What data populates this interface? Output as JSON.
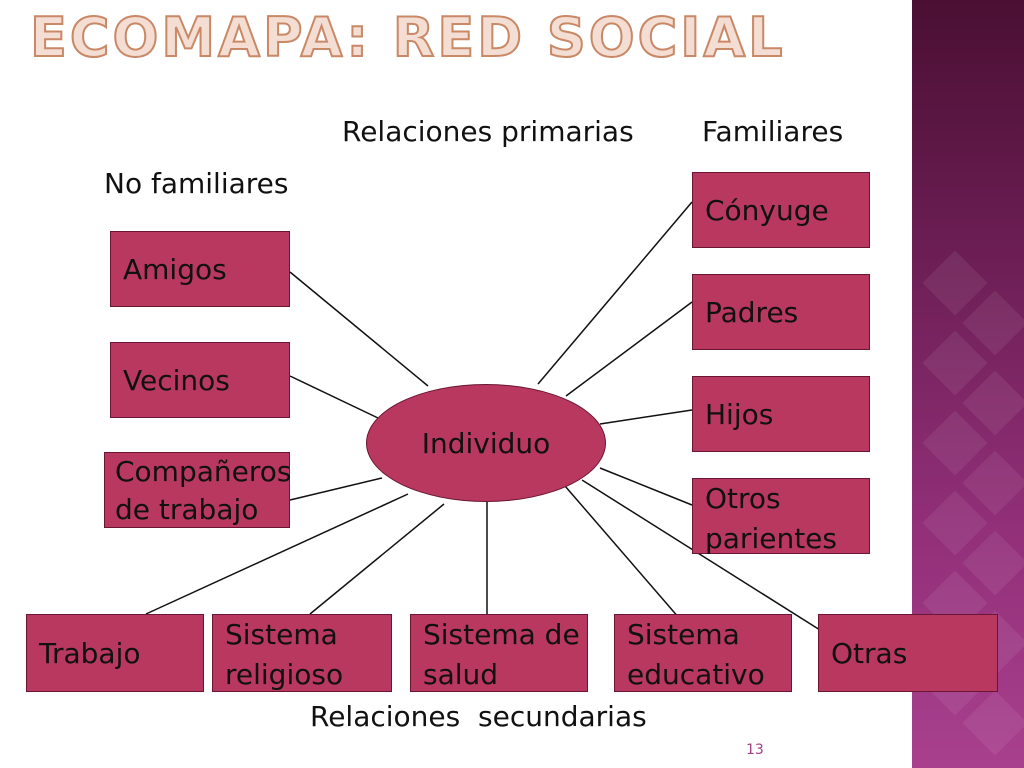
{
  "title": "ECOMAPA: RED SOCIAL",
  "labels": {
    "primary": "Relaciones primarias",
    "family": "Familiares",
    "nonfamily": "No familiares",
    "secondary": "Relaciones  secundarias"
  },
  "center": "Individuo",
  "nonfamily_nodes": [
    "Amigos",
    "Vecinos",
    "Compañeros\nde trabajo"
  ],
  "family_nodes": [
    "Cónyuge",
    "Padres",
    "Hijos",
    "Otros\nparientes"
  ],
  "secondary_nodes": [
    "Trabajo",
    "Sistema\nreligioso",
    "Sistema de\nsalud",
    "Sistema\neducativo",
    "Otras"
  ],
  "page_number": "13",
  "colors": {
    "node_fill": "#b8385f",
    "node_border": "#6a1533",
    "title_fill": "#f4ddd2",
    "title_outline": "#c98866",
    "sidebar": "#6e1f56"
  }
}
